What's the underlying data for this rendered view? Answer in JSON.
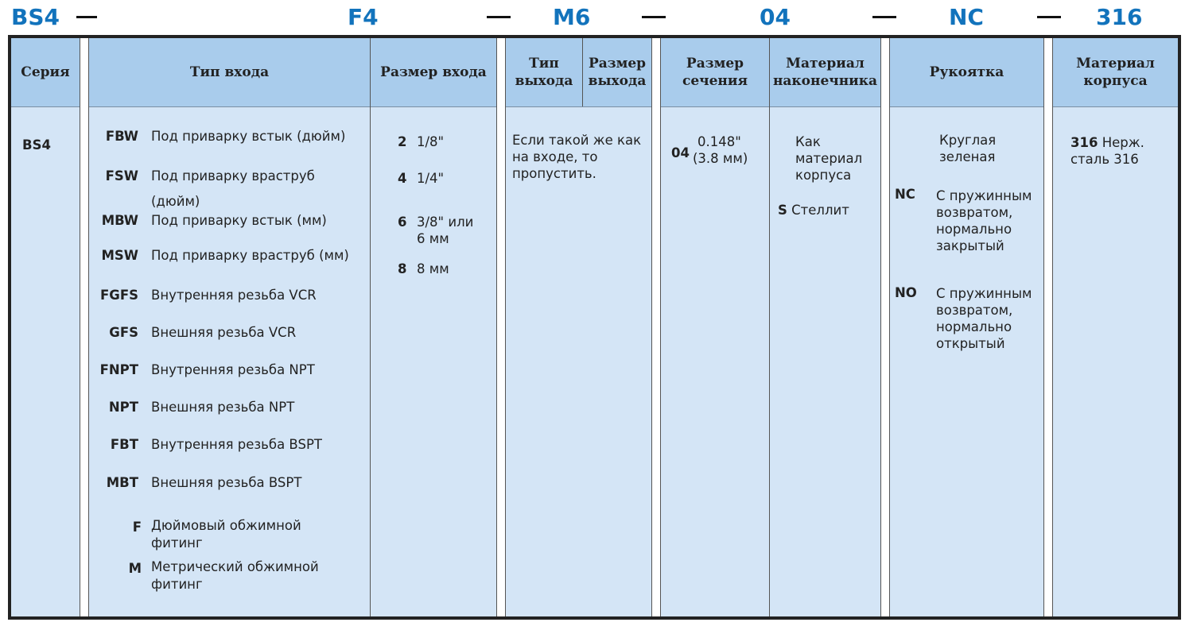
{
  "codes": {
    "series": "BS4",
    "inlet": "F4",
    "outlet": "M6",
    "orifice": "04",
    "handle": "NC",
    "material": "316"
  },
  "headers": {
    "series": "Серия",
    "inlet_type": "Тип входа",
    "inlet_size": "Размер входа",
    "outlet_type_1": "Тип",
    "outlet_type_2": "выхода",
    "outlet_size_1": "Размер",
    "outlet_size_2": "выхода",
    "orifice_1": "Размер",
    "orifice_2": "сечения",
    "tip_1": "Материал",
    "tip_2": "наконечника",
    "handle": "Рукоятка",
    "body_1": "Материал",
    "body_2": "корпуса"
  },
  "series": {
    "code": "BS4"
  },
  "inlet_types": [
    {
      "code": "FBW",
      "lines": [
        "Под приварку встык (дюйм)"
      ]
    },
    {
      "code": "FSW",
      "lines": [
        "Под приварку враструб",
        "(дюйм)"
      ]
    },
    {
      "code": "MBW",
      "lines": [
        "Под приварку встык (мм)"
      ]
    },
    {
      "code": "MSW",
      "lines": [
        "Под приварку враструб (мм)"
      ]
    },
    {
      "code": "FGFS",
      "lines": [
        "Внутренняя резьба VCR"
      ]
    },
    {
      "code": "GFS",
      "lines": [
        "Внешняя резьба VCR"
      ]
    },
    {
      "code": "FNPT",
      "lines": [
        "Внутренняя резьба NPT"
      ]
    },
    {
      "code": "NPT",
      "lines": [
        "Внешняя резьба NPT"
      ]
    },
    {
      "code": "FBT",
      "lines": [
        "Внутренняя резьба BSPT"
      ]
    },
    {
      "code": "MBT",
      "lines": [
        "Внешняя резьба BSPT"
      ]
    },
    {
      "code": "F",
      "lines": [
        "Дюймовый обжимной",
        "фитинг"
      ]
    },
    {
      "code": "M",
      "lines": [
        "Метрический обжимной",
        "фитинг"
      ]
    }
  ],
  "inlet_sizes": [
    {
      "code": "2",
      "lines": [
        "1/8\""
      ]
    },
    {
      "code": "4",
      "lines": [
        "1/4\""
      ]
    },
    {
      "code": "6",
      "lines": [
        "3/8\" или",
        "6 мм"
      ]
    },
    {
      "code": "8",
      "lines": [
        "8 мм"
      ]
    }
  ],
  "outlet_note": [
    "Если такой же как",
    "на входе, то",
    "пропустить."
  ],
  "orifice": {
    "code": "04",
    "lines": [
      "0.148\"",
      "(3.8 мм)"
    ]
  },
  "tip_material": {
    "default_lines": [
      "Как",
      "материал",
      "корпуса"
    ],
    "stellite_code": "S",
    "stellite_label": "Стеллит"
  },
  "handle": {
    "default_lines": [
      "Круглая",
      "зеленая"
    ],
    "options": [
      {
        "code": "NC",
        "lines": [
          "С пружинным",
          "возвратом,",
          "нормально",
          "закрытый"
        ]
      },
      {
        "code": "NO",
        "lines": [
          "С пружинным",
          "возвратом,",
          "нормально",
          "открытый"
        ]
      }
    ]
  },
  "body_material": {
    "code": "316",
    "lines": [
      "Нерж.",
      "сталь 316"
    ]
  }
}
